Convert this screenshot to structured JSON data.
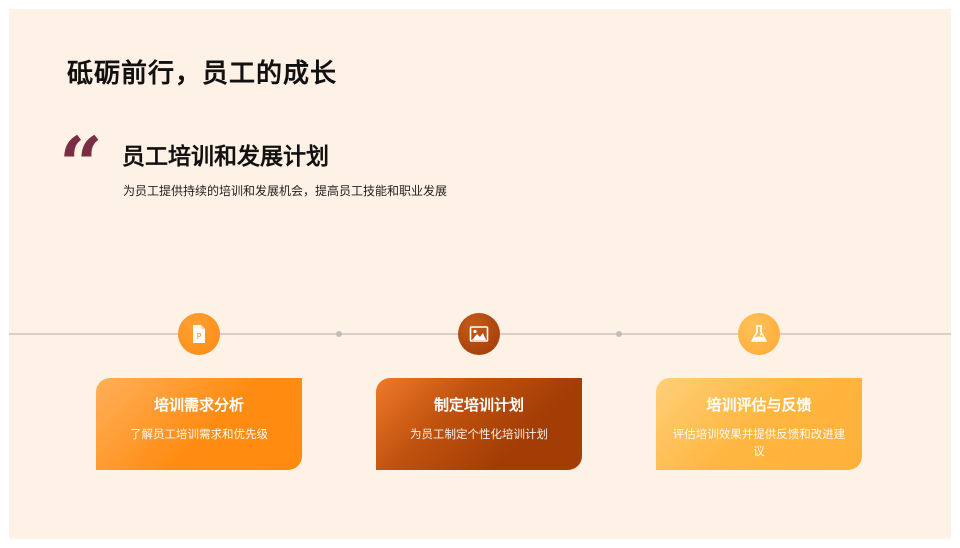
{
  "slide": {
    "title": "砥砺前行，员工的成长",
    "quote_glyph": "“",
    "section": {
      "title": "员工培训和发展计划",
      "description": "为员工提供持续的培训和发展机会，提高员工技能和职业发展"
    },
    "colors": {
      "background": "#fef1e6",
      "quote": "#7a2e44",
      "timeline": "#d9cfc8",
      "orange": "#ff8c1a",
      "rust": "#a33e08",
      "amber": "#ffb23f"
    },
    "steps": [
      {
        "icon": "document-p-icon",
        "title": "培训需求分析",
        "description": "了解员工培训需求和优先级"
      },
      {
        "icon": "image-icon",
        "title": "制定培训计划",
        "description": "为员工制定个性化培训计划"
      },
      {
        "icon": "flask-icon",
        "title": "培训评估与反馈",
        "description": "评估培训效果并提供反馈和改进建议"
      }
    ]
  }
}
